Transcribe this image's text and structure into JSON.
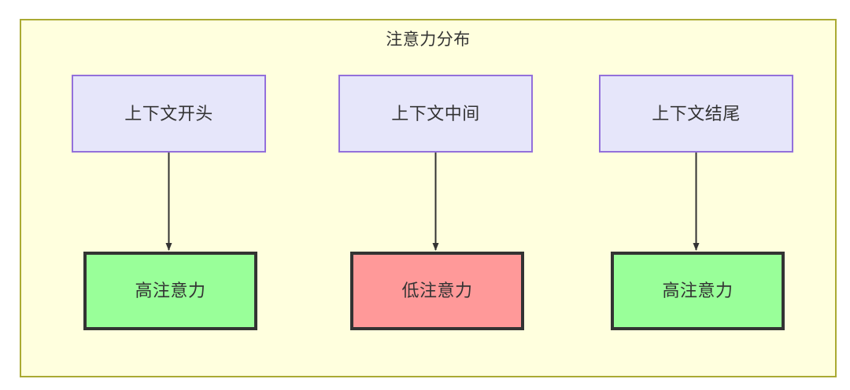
{
  "diagram": {
    "title": "注意力分布",
    "background": "#ffffff",
    "container": {
      "fill": "#ffffde",
      "stroke": "#aaaa33"
    },
    "colors": {
      "context_fill": "#e6e6fa",
      "context_stroke": "#9370db",
      "high_attention_fill": "#99ff99",
      "low_attention_fill": "#ff9999",
      "node_stroke_dark": "#333333",
      "text": "#333333",
      "edge": "#333333"
    },
    "nodes": {
      "top": [
        {
          "id": "context-start",
          "label": "上下文开头"
        },
        {
          "id": "context-middle",
          "label": "上下文中间"
        },
        {
          "id": "context-end",
          "label": "上下文结尾"
        }
      ],
      "bottom": [
        {
          "id": "attention-high-start",
          "label": "高注意力",
          "level": "high"
        },
        {
          "id": "attention-low-middle",
          "label": "低注意力",
          "level": "low"
        },
        {
          "id": "attention-high-end",
          "label": "高注意力",
          "level": "high"
        }
      ]
    },
    "edges": [
      {
        "from": "context-start",
        "to": "attention-high-start",
        "label": ""
      },
      {
        "from": "context-middle",
        "to": "attention-low-middle",
        "label": ""
      },
      {
        "from": "context-end",
        "to": "attention-high-end",
        "label": ""
      }
    ]
  }
}
